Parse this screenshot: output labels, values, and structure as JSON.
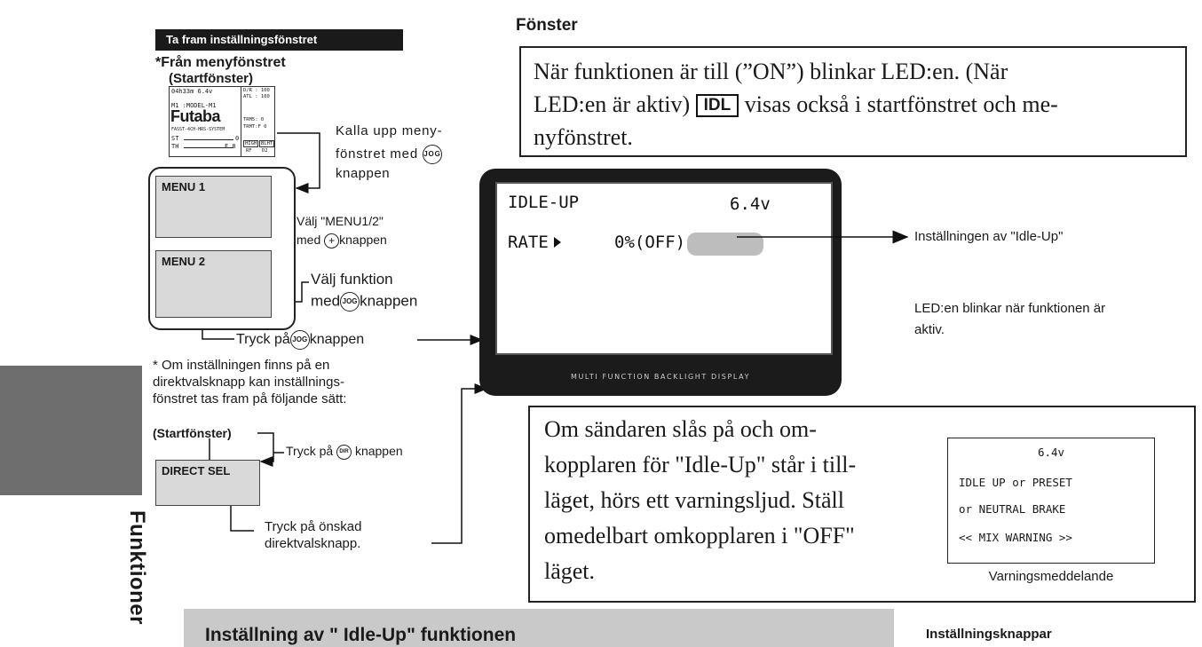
{
  "side": {
    "label": "Funktioner"
  },
  "left": {
    "header": "Ta fram inställningsfönstret",
    "from_menu": "*Från menyfönstret",
    "start_window": "(Startfönster)",
    "mini_lcd": {
      "line1": "04h33m  6.4v",
      "line2": "M1 :MODEL-M1",
      "brand": "Futaba",
      "system": "FASST-4CH-HRS-SYSTEM",
      "st": "ST",
      "th": "TH",
      "st_val": "0",
      "th_val": "F 0",
      "dr": "D/R : 100",
      "atl": "ATL : 100",
      "tr1": "TRM5:  0",
      "tr2": "TRMT:F 0",
      "h1": "HIGH",
      "h2": "BLHT",
      "h3": "RF",
      "h4": "D2"
    },
    "call_menu_1": "Kalla upp meny-",
    "call_menu_2a": "fönstret med",
    "call_menu_3": "knappen",
    "jog_label": "JOG",
    "menu1": "MENU 1",
    "menu2": "MENU 2",
    "select_menu_1": "Välj \"MENU1/2\"",
    "select_menu_2a": "med",
    "select_menu_plus": "+",
    "select_menu_2b": "knappen",
    "select_func_1": "Välj funktion",
    "select_func_2a": "med",
    "select_func_2b": "knappen",
    "press_jog_a": "Tryck på",
    "press_jog_b": "knappen",
    "direct_note_1": "* Om inställningen finns på en",
    "direct_note_2": "direktvalsknapp kan inställnings-",
    "direct_note_3": "fönstret tas fram på följande sätt:",
    "start_window_2": "(Startfönster)",
    "press_dir_a": "Tryck på",
    "dir_label": "DIR",
    "press_dir_b": "knappen",
    "direct_sel": "DIRECT SEL",
    "press_desired_1": "Tryck på önskad",
    "press_desired_2": "direktvalsknapp."
  },
  "right": {
    "window_title": "Fönster",
    "info_a": "När funktionen är till (”ON”) blinkar LED:en. (När",
    "info_b": "LED:en är aktiv)",
    "idl": "IDL",
    "info_c": "visas också i startfönstret och me-",
    "info_d": "nyfönstret.",
    "lcd": {
      "title": "IDLE-UP",
      "voltage": "6.4v",
      "rate_label": "RATE",
      "rate_value": "0%(OFF)",
      "caption": "MULTI FUNCTION BACKLIGHT DISPLAY"
    },
    "setting_label": "Inställningen av \"Idle-Up\"",
    "led_note_1": "LED:en blinkar när funktionen är",
    "led_note_2": "aktiv.",
    "warning_text_1": "Om sändaren slås på och om-",
    "warning_text_2": "kopplaren för \"Idle-Up\" står i till-",
    "warning_text_3": "läget, hörs ett varningsljud. Ställ",
    "warning_text_4": "omedelbart omkopplaren i \"OFF\"",
    "warning_text_5": "läget.",
    "warn_lcd": {
      "line1": "6.4v",
      "line2": "IDLE UP or PRESET",
      "line3": "or NEUTRAL BRAKE",
      "line4": "<< MIX WARNING >>"
    },
    "warning_caption": "Varningsmeddelande"
  },
  "bottom": {
    "heading": "Inställning av \" Idle-Up\" funktionen",
    "buttons_heading": "Inställningsknappar"
  }
}
